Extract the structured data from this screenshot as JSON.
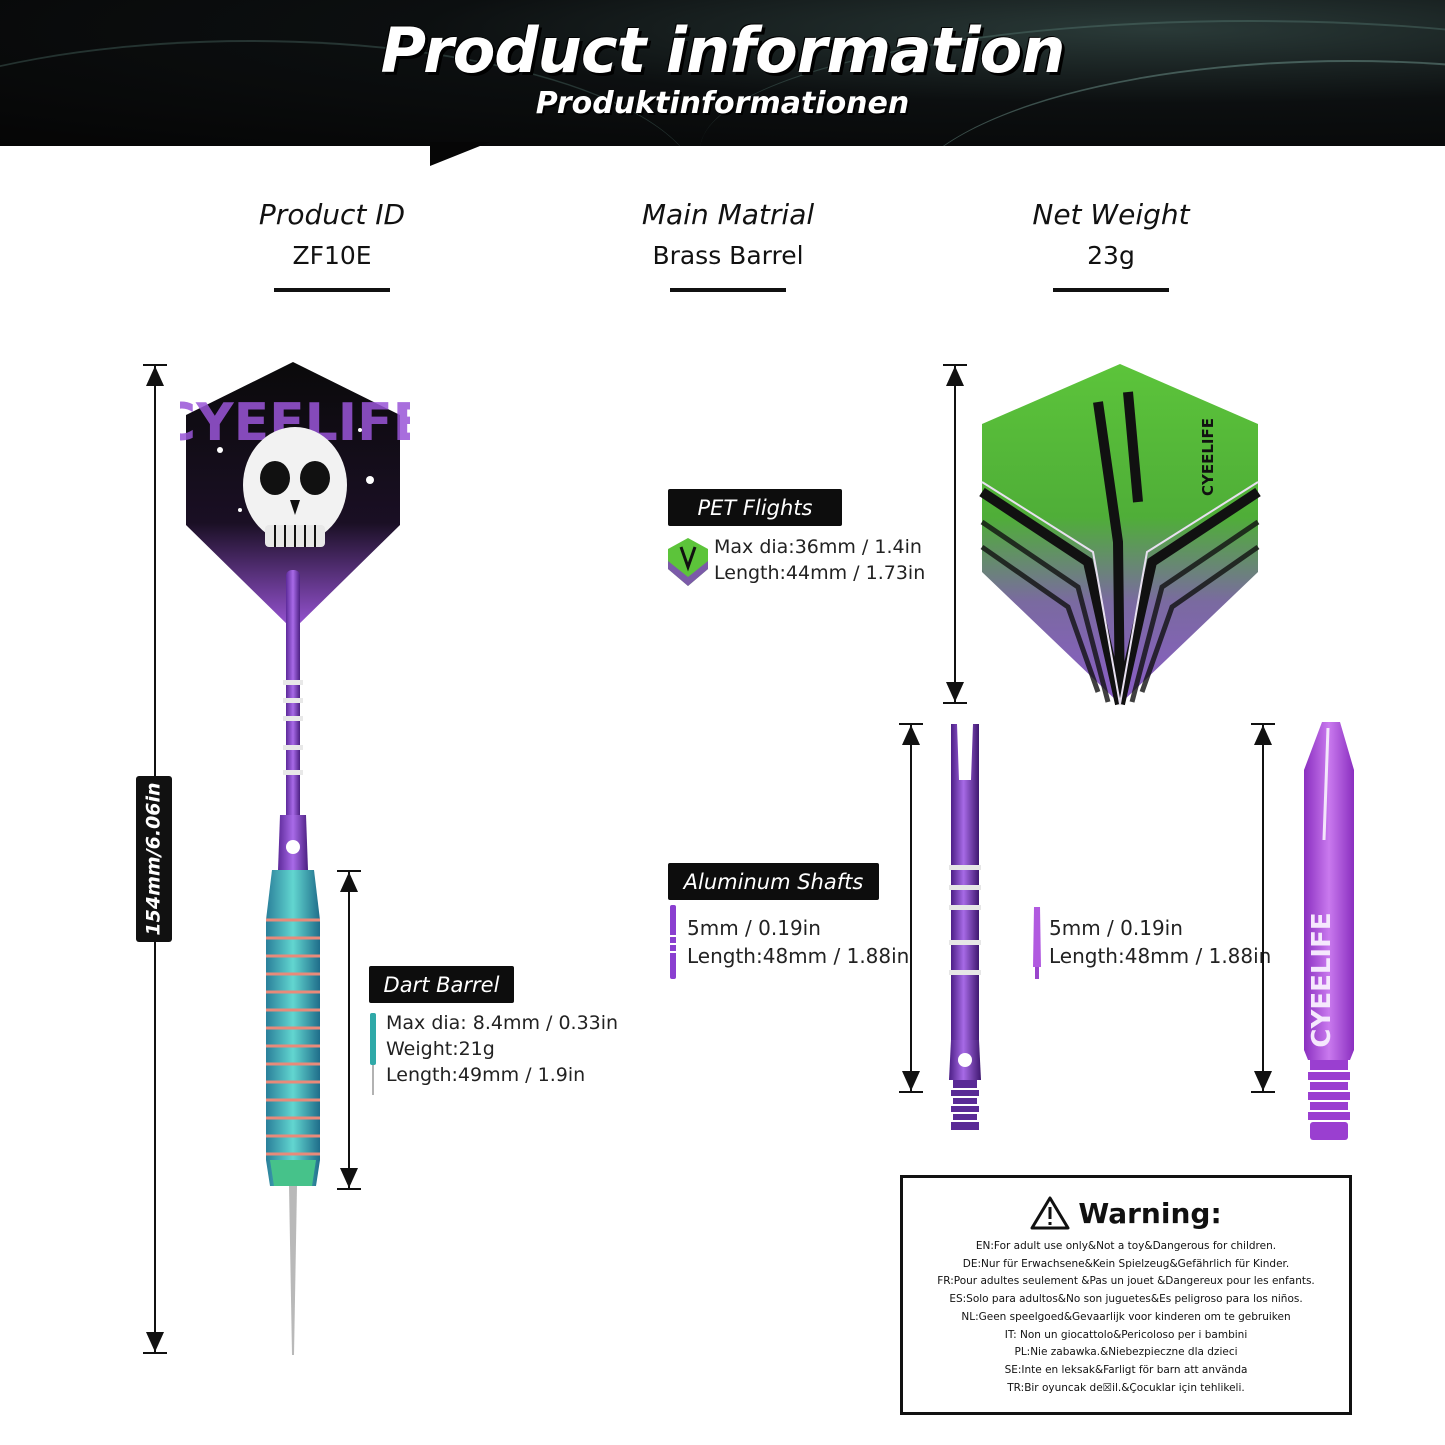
{
  "header": {
    "title": "Product information",
    "subtitle": "Produktinformationen"
  },
  "specs": [
    {
      "label": "Product ID",
      "value": "ZF10E"
    },
    {
      "label": "Main Matrial",
      "value": "Brass Barrel"
    },
    {
      "label": "Net Weight",
      "value": "23g"
    }
  ],
  "dimension": {
    "total_length": "154mm/6.06in"
  },
  "flights": {
    "tag": "PET Flights",
    "lines": [
      "Max dia:36mm / 1.4in",
      "Length:44mm / 1.73in"
    ],
    "brand": "CYEELIFE"
  },
  "shafts_aluminum": {
    "tag": "Aluminum Shafts",
    "lines": [
      "5mm / 0.19in",
      "Length:48mm / 1.88in"
    ]
  },
  "shafts_nylon": {
    "lines": [
      "5mm / 0.19in",
      "Length:48mm / 1.88in"
    ],
    "brand": "CYEELIFE"
  },
  "barrel": {
    "tag": "Dart Barrel",
    "lines": [
      "Max dia: 8.4mm / 0.33in",
      "Weight:21g",
      "Length:49mm / 1.9in"
    ]
  },
  "flight_art": {
    "brand": "CYEELIFE"
  },
  "warning": {
    "title": "Warning:",
    "lines": [
      "EN:For adult use only&Not a toy&Dangerous for children.",
      "DE:Nur für Erwachsene&Kein Spielzeug&Gefährlich für Kinder.",
      "FR:Pour adultes seulement &Pas un jouet &Dangereux pour les enfants.",
      "ES:Solo para adultos&No son juguetes&Es peligroso para los niños.",
      "NL:Geen speelgoed&Gevaarlijk voor kinderen om te gebruiken",
      "IT: Non un giocattolo&Pericoloso per i bambini",
      "PL:Nie zabawka.&Niebezpieczne dla dzieci",
      "SE:Inte en leksak&Farligt för barn att använda",
      "TR:Bir oyuncak de☒il.&Çocuklar için tehlikeli."
    ]
  },
  "colors": {
    "purple": "#8a3fd0",
    "green": "#5cc43a",
    "barrel": "#2fa9a8"
  }
}
